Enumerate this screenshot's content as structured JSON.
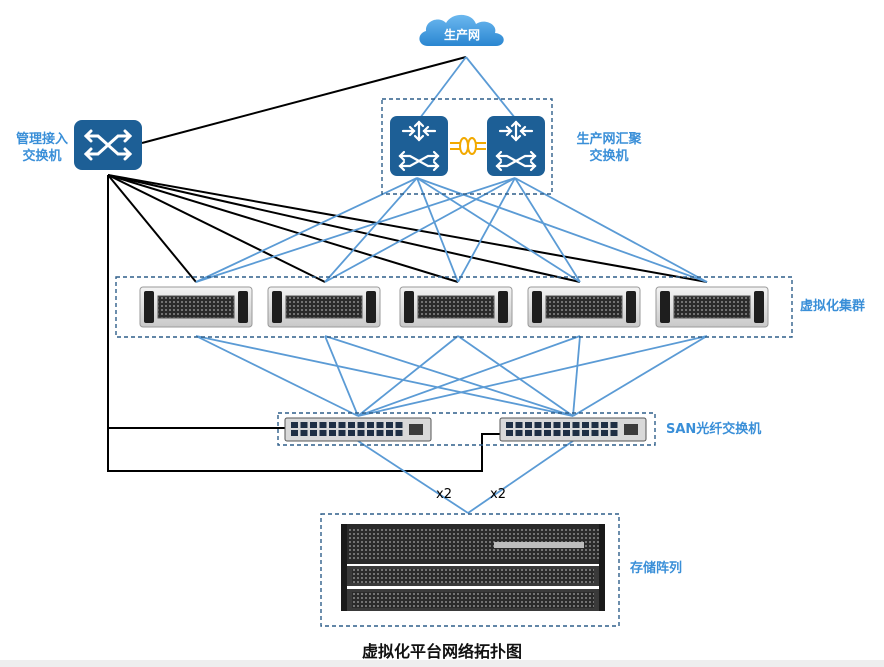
{
  "diagram": {
    "cloud_label": "生产网",
    "mgmt_switch_label_line1": "管理接入",
    "mgmt_switch_label_line2": "交换机",
    "core_switch_label_line1": "生产网汇聚",
    "core_switch_label_line2": "交换机",
    "cluster_label": "虚拟化集群",
    "san_label": "SAN光纤交换机",
    "storage_label": "存储阵列",
    "link_multiplier_left": "x2",
    "link_multiplier_right": "x2",
    "caption": "虚拟化平台网络拓扑图",
    "server_count": 5,
    "san_switch_count": 2
  },
  "colors": {
    "label_blue": "#3a8fd8",
    "link_blue": "#5b9bd5",
    "link_black": "#000000",
    "device_blue": "#1d5f96",
    "group_border": "#2f5f8a"
  }
}
